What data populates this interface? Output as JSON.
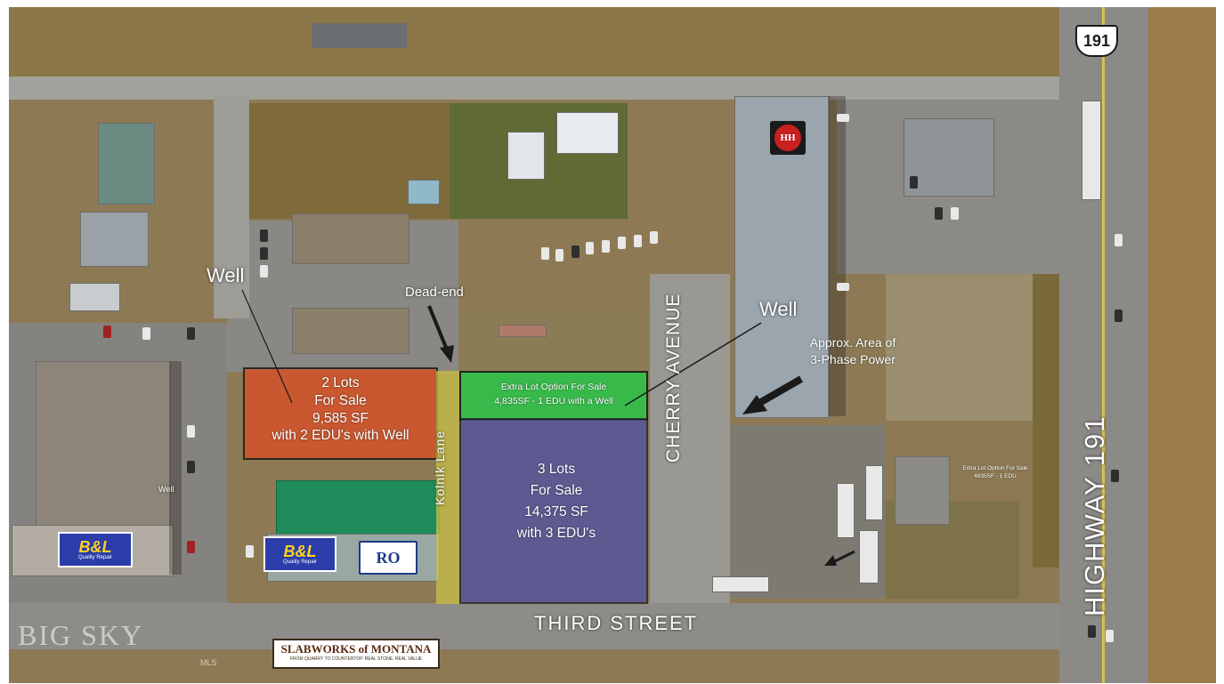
{
  "labels": {
    "well_left": "Well",
    "well_right": "Well",
    "well_small": "Well",
    "dead_end": "Dead-end",
    "cherry_avenue": "CHERRY AVENUE",
    "third_street": "THIRD STREET",
    "highway": "HIGHWAY 191",
    "kolnik_lane": "Kolnik Lane",
    "power_line1": "Approx. Area of",
    "power_line2": "3-Phase Power",
    "shield_number": "191"
  },
  "lots": {
    "two_lots": {
      "line1": "2 Lots",
      "line2": "For Sale",
      "line3": "9,585 SF",
      "line4": "with 2 EDU's with Well",
      "color": "#d4532a"
    },
    "three_lots": {
      "line1": "3 Lots",
      "line2": "For Sale",
      "line3": "14,375 SF",
      "line4": "with 3 EDU's",
      "color": "#4a4fa8"
    },
    "extra_lot": {
      "line1": "Extra  Lot Option For Sale",
      "line2": "4,835SF - 1 EDU with a Well",
      "color": "#2fc24a"
    },
    "kolnik_strip_color": "#c8c24a",
    "extra_small": {
      "line1": "Extra Lot Option For Sale",
      "line2": "4835SF - 1 EDU"
    }
  },
  "signs": {
    "bl_logo": "B&L",
    "bl_tagline": "Quality Repair",
    "ro_logo": "RO",
    "hh_logo": "HH",
    "slabworks_title": "SLABWORKS of MONTANA",
    "slabworks_tagline": "FROM QUARRY TO COUNTERTOP. REAL STONE. REAL VALUE",
    "watermark": "BIG SKY",
    "watermark_sub": "MLS"
  },
  "colors": {
    "green_roof": "#1f8a5a",
    "sign_blue": "#2a3da8",
    "sign_yellow": "#ffd21f"
  }
}
